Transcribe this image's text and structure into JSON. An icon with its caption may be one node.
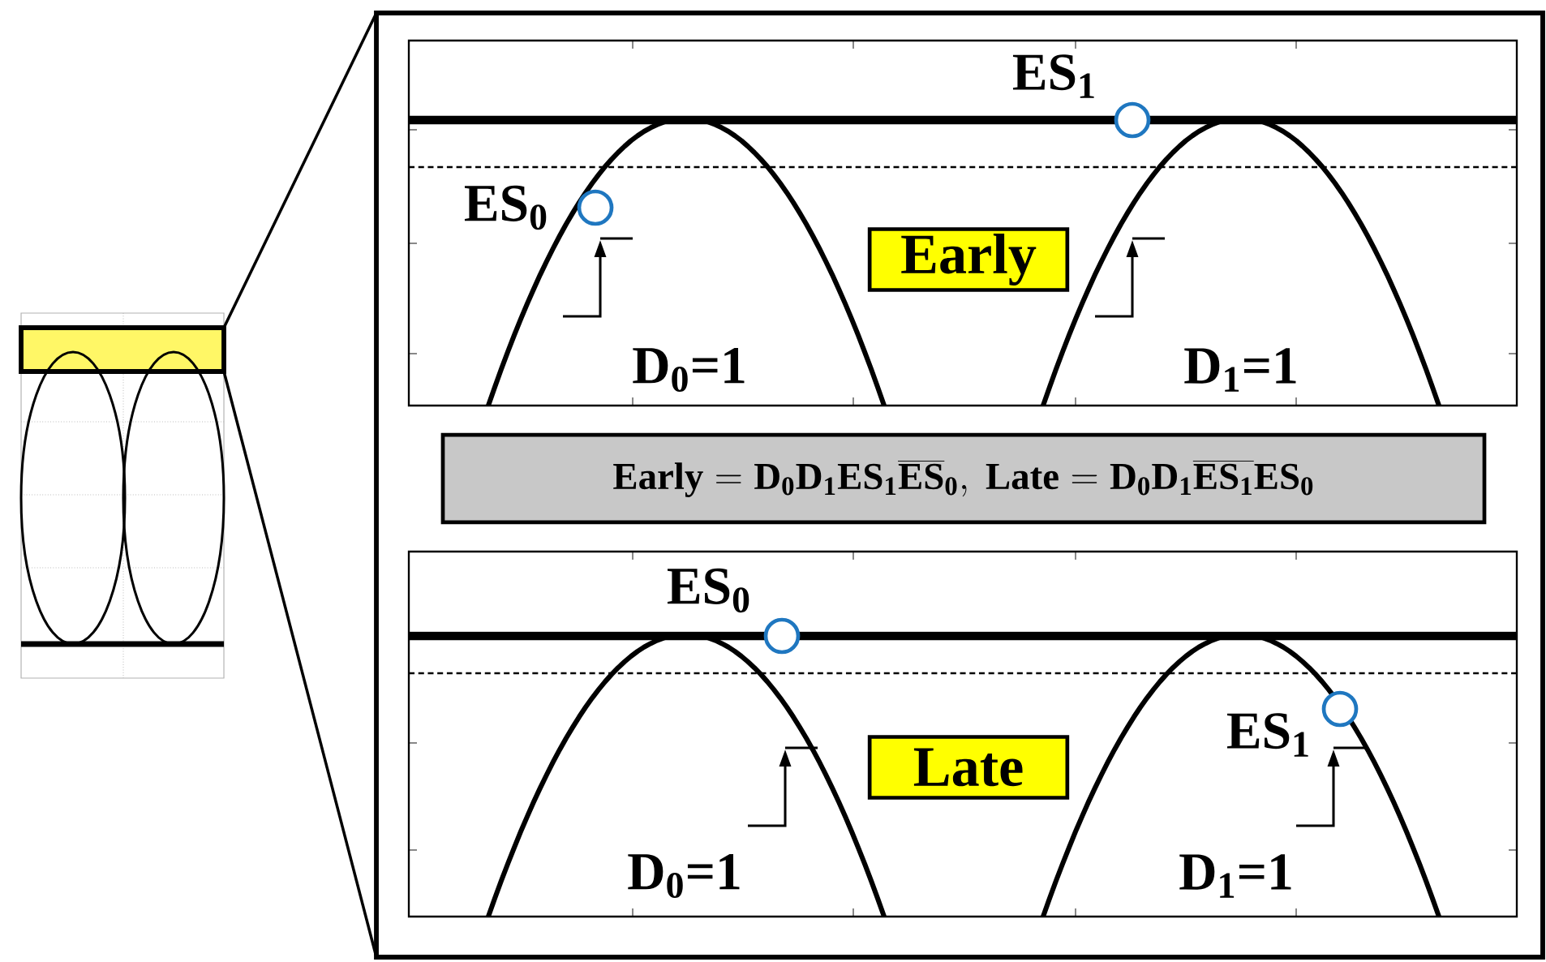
{
  "diagram": {
    "nodes": [
      {
        "text": [
          "Early"
        ]
      },
      {
        "text": [
          "\\mathbf{Early = D_0D_1ES_1\\overline{ES}_0,\\ Late = D_0D_1\\overline{ES_1}ES_0}"
        ]
      },
      {
        "text": [
          "Late"
        ]
      }
    ],
    "labels": [
      "ES$_{1}$",
      "ES$_{0}$",
      "D$_{0}$=1",
      "D$_{1}$=1",
      "ES$_{0}$",
      "ES$_{1}$",
      "D$_{0}$=1",
      "D$_{1}$=1"
    ]
  }
}
